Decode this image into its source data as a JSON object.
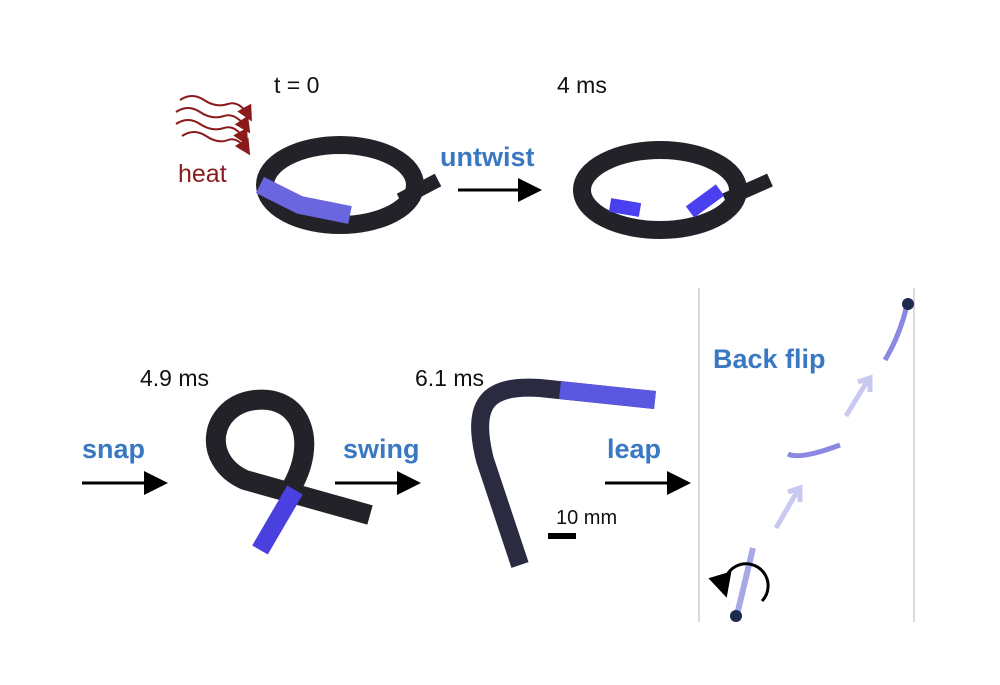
{
  "top": {
    "time_start": "t = 0",
    "time_2": "4 ms",
    "heat": "heat",
    "action_1": "untwist"
  },
  "bottom": {
    "time_3": "4.9 ms",
    "time_4": "6.1 ms",
    "action_2": "snap",
    "action_3": "swing",
    "action_4": "leap",
    "scale": "10 mm",
    "backflip": "Back flip"
  },
  "colors": {
    "action": "#3a78c2",
    "heat": "#8b1a1a",
    "ribbon": "#222228",
    "ribbon_accent": "#5a58e0"
  }
}
